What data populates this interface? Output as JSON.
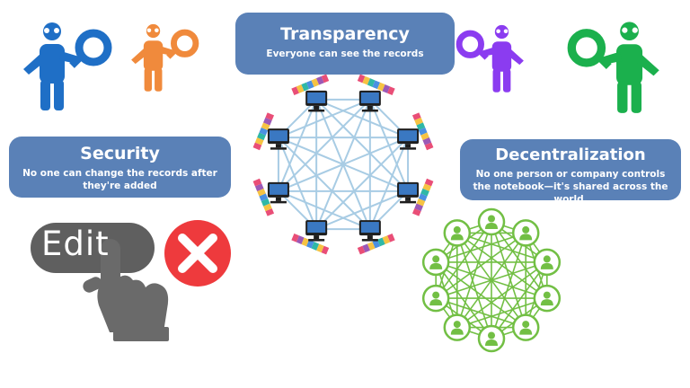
{
  "colors": {
    "panel": "#5a81b7",
    "blue_figure": "#1f6fc6",
    "orange_figure": "#f08a3c",
    "purple_figure": "#8b3cf0",
    "green_figure": "#1bb04d",
    "node_green": "#72bf44",
    "net_line": "#a8cce4",
    "edit_pill": "#5f5f5f",
    "hand": "#6a6a6a",
    "cross_red": "#ee3a3d"
  },
  "transparency": {
    "title": "Transparency",
    "subtitle": "Everyone can see the records"
  },
  "security": {
    "title": "Security",
    "subtitle": "No one can change the records after they're added"
  },
  "decentralization": {
    "title": "Decentralization",
    "subtitle": "No one person or company controls the notebook—it's shared across the world."
  },
  "edit_graphic": {
    "label": "Edit",
    "icons": [
      "pointing-hand-icon",
      "red-x-icon"
    ]
  },
  "figures": {
    "icons": [
      "blue-magnifier-figure-icon",
      "orange-magnifier-figure-icon",
      "purple-magnifier-figure-icon",
      "green-magnifier-figure-icon"
    ]
  },
  "networks": {
    "icons": [
      "computer-network-icon",
      "people-network-icon"
    ],
    "computer_nodes": 8,
    "people_nodes": 10
  }
}
